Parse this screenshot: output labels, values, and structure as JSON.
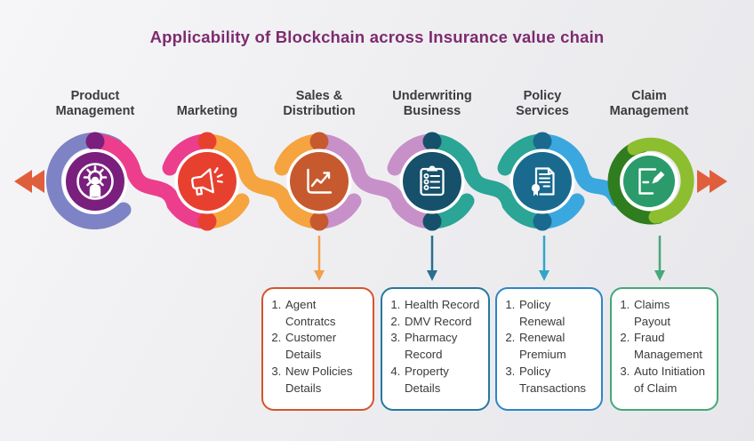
{
  "title": {
    "text": "Applicability of Blockchain across Insurance value chain",
    "color": "#7D2B6F"
  },
  "chain": {
    "left_arrow_icon": "rewind-arrows-icon",
    "right_arrow_icon": "fast-forward-arrows-icon",
    "flow_arrow_color": "#DF5F3D"
  },
  "stages": [
    {
      "label": "Product\nManagement",
      "icon": "gear-person-icon",
      "center_color": "#7A1F7E",
      "ribbon_color": "#7D83C5"
    },
    {
      "label": "Marketing",
      "icon": "megaphone-icon",
      "center_color": "#E8402F",
      "ribbon_color": "#EC3E8C"
    },
    {
      "label": "Sales &\nDistribution",
      "icon": "line-chart-icon",
      "center_color": "#C65A2E",
      "ribbon_color": "#F5A440"
    },
    {
      "label": "Underwriting\nBusiness",
      "icon": "checklist-clipboard-icon",
      "center_color": "#17506B",
      "ribbon_color": "#C890C8"
    },
    {
      "label": "Policy\nServices",
      "icon": "certificate-document-icon",
      "center_color": "#1A6A8F",
      "ribbon_color": "#2AA596"
    },
    {
      "label": "Claim\nManagement",
      "icon": "claim-form-pen-icon",
      "center_color": "#2B9B6B",
      "ribbon_color": "#3BA7DF",
      "ring_outer_color": "#8CBE2F",
      "ring_accent_color": "#2F7D1E"
    }
  ],
  "callouts": [
    {
      "border_color": "#D4552B",
      "arrow_color": "#F0A050",
      "items": [
        "Agent\nContratcs",
        "Customer\nDetails",
        "New Policies\nDetails"
      ]
    },
    {
      "border_color": "#26789E",
      "arrow_color": "#2A6E92",
      "items": [
        "Health Record",
        "DMV Record",
        "Pharmacy\nRecord",
        "Property\nDetails"
      ]
    },
    {
      "border_color": "#2C86C8",
      "arrow_color": "#32A5C8",
      "items": [
        "Policy\nRenewal",
        "Renewal\nPremium",
        "Policy\nTransactions"
      ]
    },
    {
      "border_color": "#44A879",
      "arrow_color": "#47A87B",
      "items": [
        "Claims\nPayout",
        "Fraud\nManagement",
        "Auto Initiation\nof Claim"
      ]
    }
  ]
}
